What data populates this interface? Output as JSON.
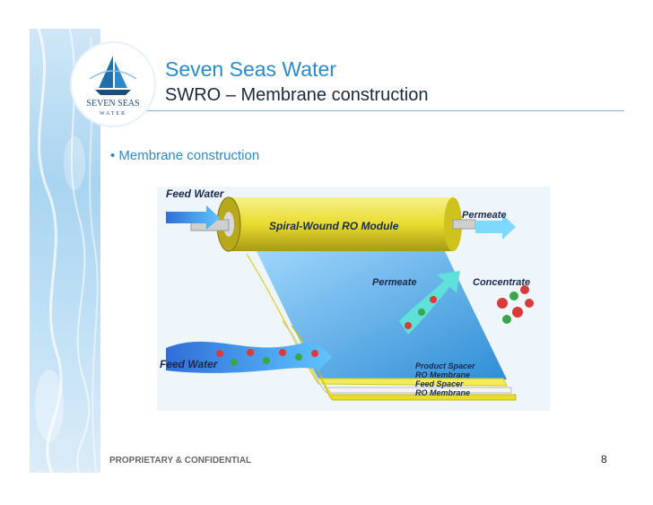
{
  "header": {
    "company": "Seven Seas Water",
    "subtitle": "SWRO – Membrane construction"
  },
  "logo": {
    "text_main": "SEVEN SEAS",
    "text_sub": "WATER"
  },
  "content": {
    "bullet": "• Membrane construction"
  },
  "diagram": {
    "module_label": "Spiral-Wound RO Module",
    "feed_water_top": "Feed Water",
    "feed_water_bottom": "Feed Water",
    "permeate_top": "Permeate",
    "permeate_mid": "Permeate",
    "concentrate": "Concentrate",
    "layers": [
      "Product Spacer",
      "RO Membrane",
      "Feed Spacer",
      "RO Membrane"
    ]
  },
  "footer": {
    "confidential": "PROPRIETARY & CONFIDENTIAL",
    "page_number": "8"
  },
  "colors": {
    "title_blue": "#2d8ac9",
    "module_yellow": "#e8dc2e",
    "water_blue": "#2f9ee6"
  }
}
